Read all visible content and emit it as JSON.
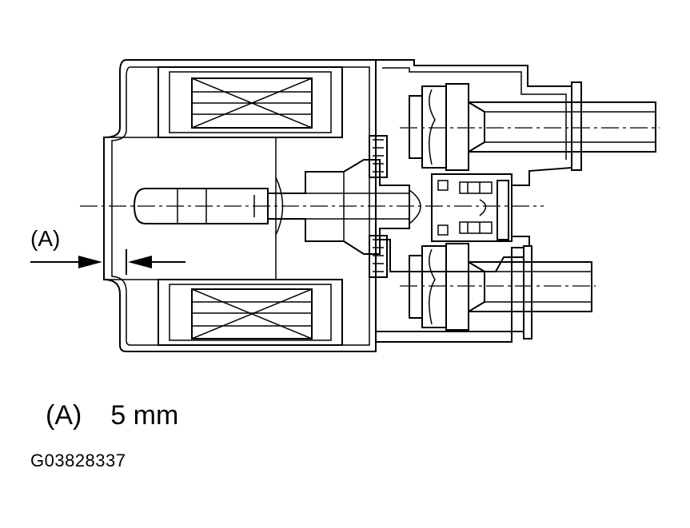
{
  "diagram": {
    "dimension_marker": "(A)",
    "legend": {
      "key": "(A)",
      "value": "5 mm"
    },
    "figure_id": "G03828337"
  }
}
